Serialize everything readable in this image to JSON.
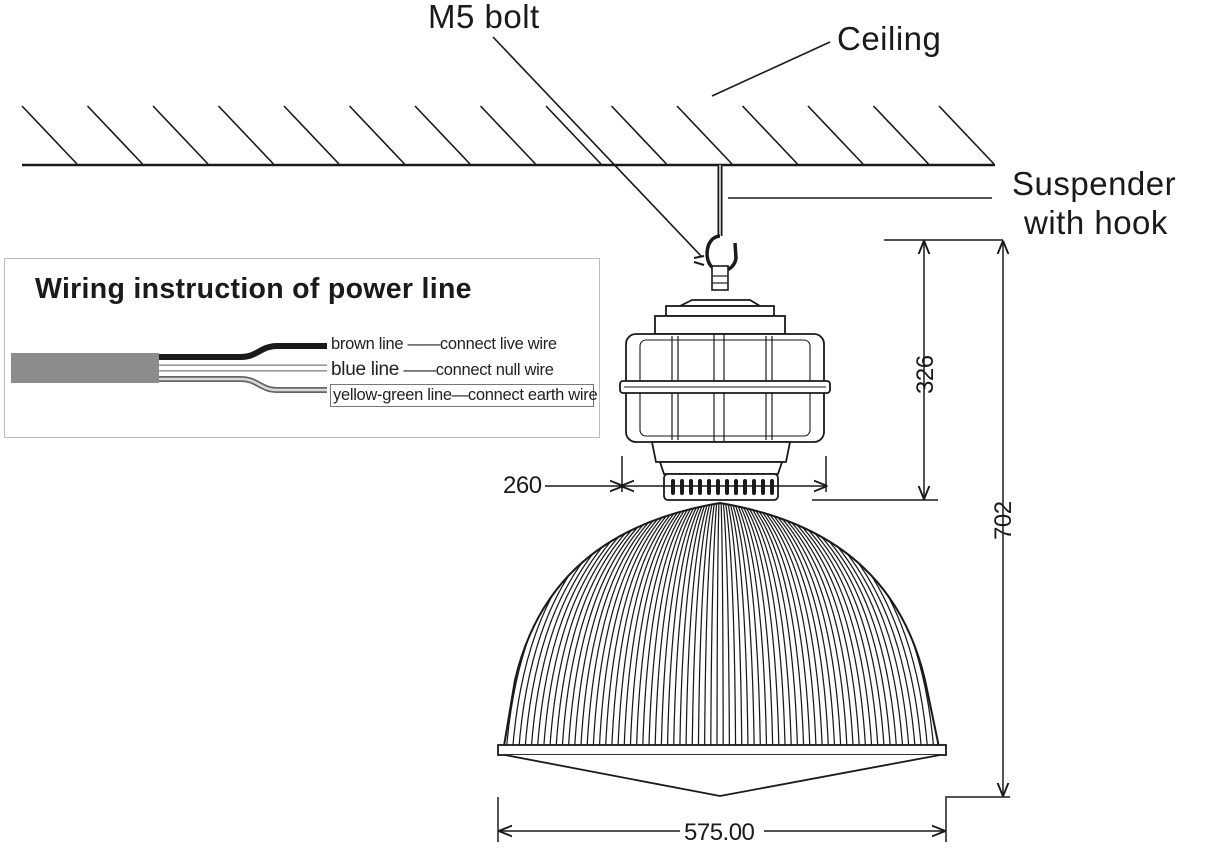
{
  "labels": {
    "m5_bolt": "M5 bolt",
    "ceiling": "Ceiling",
    "suspender_line1": "Suspender",
    "suspender_line2": "with hook"
  },
  "dimensions": {
    "housing_width": "260",
    "upper_height": "326",
    "total_height": "702",
    "shade_width": "575.00"
  },
  "wiring": {
    "title": "Wiring  instruction of power line",
    "rows": [
      {
        "name": "brown line",
        "connector": "——",
        "action": "connect live wire",
        "color": "#1a1a1a"
      },
      {
        "name": "blue  line",
        "connector": "——",
        "action": "connect null wire",
        "color": "#ffffff"
      },
      {
        "name": "yellow-green line",
        "connector": "—",
        "action": "connect earth wire",
        "color": "#9a9a9a"
      }
    ]
  }
}
